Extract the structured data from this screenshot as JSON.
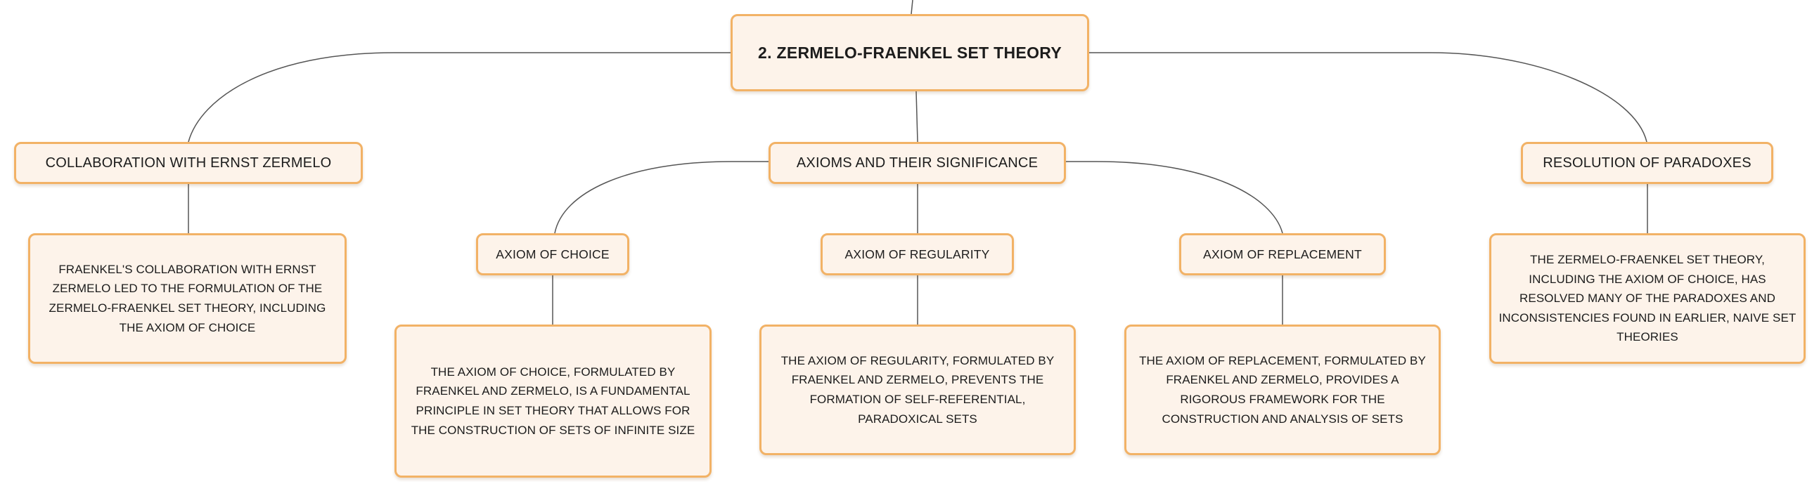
{
  "root": {
    "label": "2. ZERMELO-FRAENKEL SET THEORY"
  },
  "branches": {
    "collaboration": {
      "label": "COLLABORATION WITH ERNST ZERMELO",
      "description": "FRAENKEL'S COLLABORATION WITH ERNST ZERMELO LED TO THE FORMULATION OF THE ZERMELO-FRAENKEL SET THEORY, INCLUDING THE AXIOM OF CHOICE"
    },
    "axioms": {
      "label": "AXIOMS AND THEIR SIGNIFICANCE",
      "children": {
        "choice": {
          "label": "AXIOM OF CHOICE",
          "description": "THE AXIOM OF CHOICE, FORMULATED BY FRAENKEL AND ZERMELO, IS A FUNDAMENTAL PRINCIPLE IN SET THEORY THAT ALLOWS FOR THE CONSTRUCTION OF SETS OF INFINITE SIZE"
        },
        "regularity": {
          "label": "AXIOM OF REGULARITY",
          "description": "THE AXIOM OF REGULARITY, FORMULATED BY FRAENKEL AND ZERMELO, PREVENTS THE FORMATION OF SELF-REFERENTIAL, PARADOXICAL SETS"
        },
        "replacement": {
          "label": "AXIOM OF REPLACEMENT",
          "description": "THE AXIOM OF REPLACEMENT, FORMULATED BY FRAENKEL AND ZERMELO, PROVIDES A RIGOROUS FRAMEWORK FOR THE CONSTRUCTION AND ANALYSIS OF SETS"
        }
      }
    },
    "paradoxes": {
      "label": "RESOLUTION OF PARADOXES",
      "description": "THE ZERMELO-FRAENKEL SET THEORY, INCLUDING THE AXIOM OF CHOICE, HAS RESOLVED MANY OF THE PARADOXES AND INCONSISTENCIES FOUND IN EARLIER, NAIVE SET THEORIES"
    }
  },
  "colors": {
    "node_fill": "#fdf3ea",
    "node_border": "#f2b266",
    "connector": "#555555",
    "text": "#1c1c1c"
  }
}
